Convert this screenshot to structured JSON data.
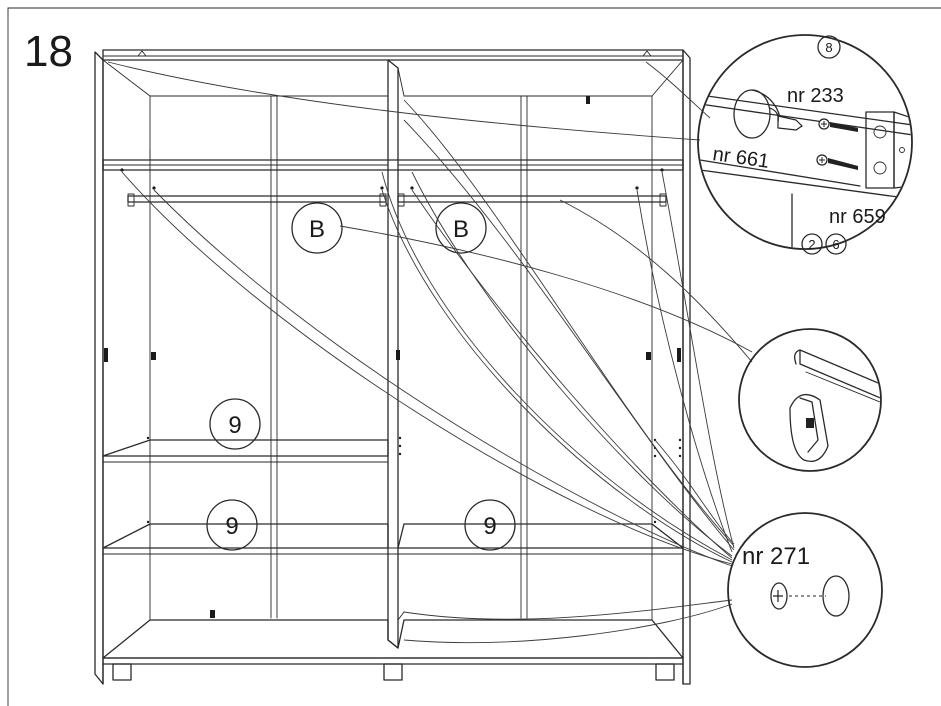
{
  "step_number": "18",
  "part_labels": {
    "rail_left": "B",
    "rail_right": "B",
    "shelf_top_left": "9",
    "shelf_bottom_left": "9",
    "shelf_bottom_right": "9"
  },
  "detail_top": {
    "badge_top": "8",
    "screw_label": "nr 233",
    "bracket_label": "nr 661",
    "panel_label": "nr 659",
    "badge_left": "2",
    "badge_right": "6"
  },
  "detail_bottom": {
    "cam_label": "nr 271"
  }
}
